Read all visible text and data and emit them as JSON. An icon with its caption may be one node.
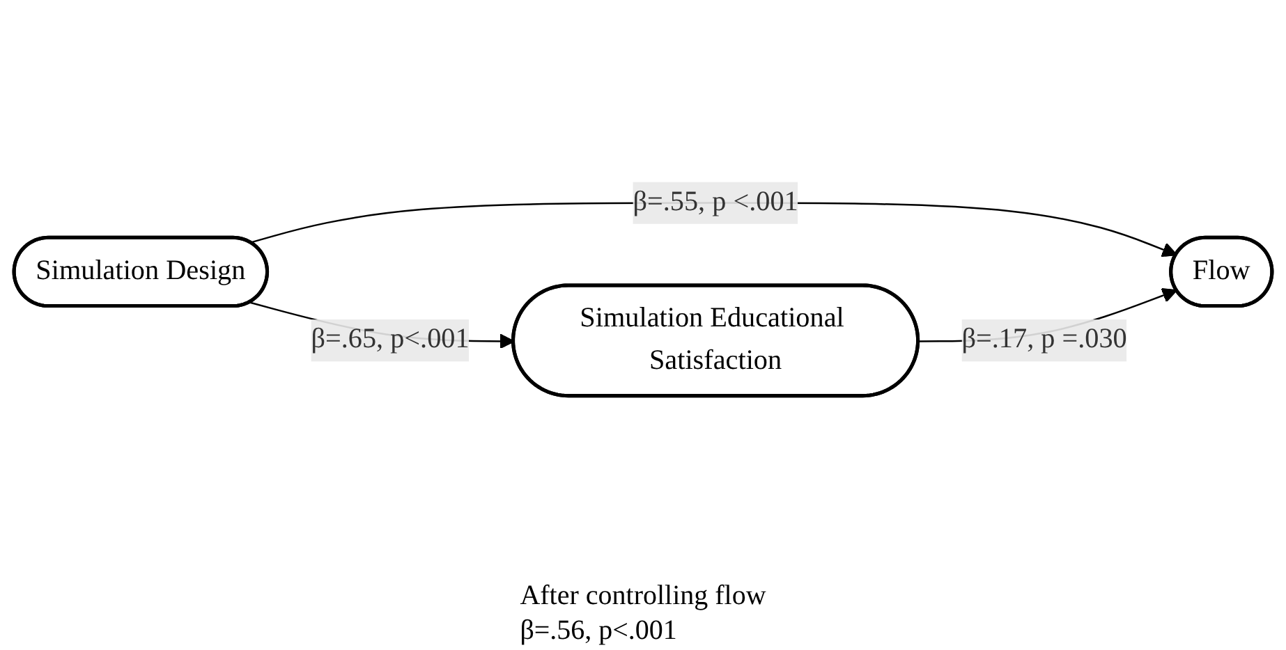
{
  "diagram": {
    "nodes": [
      {
        "text": [
          "Flow"
        ]
      },
      {
        "text": [
          "Simulation Design"
        ]
      },
      {
        "text": [
          "Simulation Educational Satisfaction"
        ]
      }
    ],
    "edges": [
      {
        "from": 1,
        "to": 0,
        "arrow": "to",
        "label": "β=.55, p <.001"
      },
      {
        "from": 2,
        "to": 0,
        "arrow": "to",
        "label": "β=.17, p =.030"
      },
      {
        "from": 1,
        "to": 2,
        "arrow": "to",
        "label": "β=.65, p<.001"
      }
    ],
    "labels": [
      "After controlling flow",
      "β=.56, p<.001"
    ]
  }
}
